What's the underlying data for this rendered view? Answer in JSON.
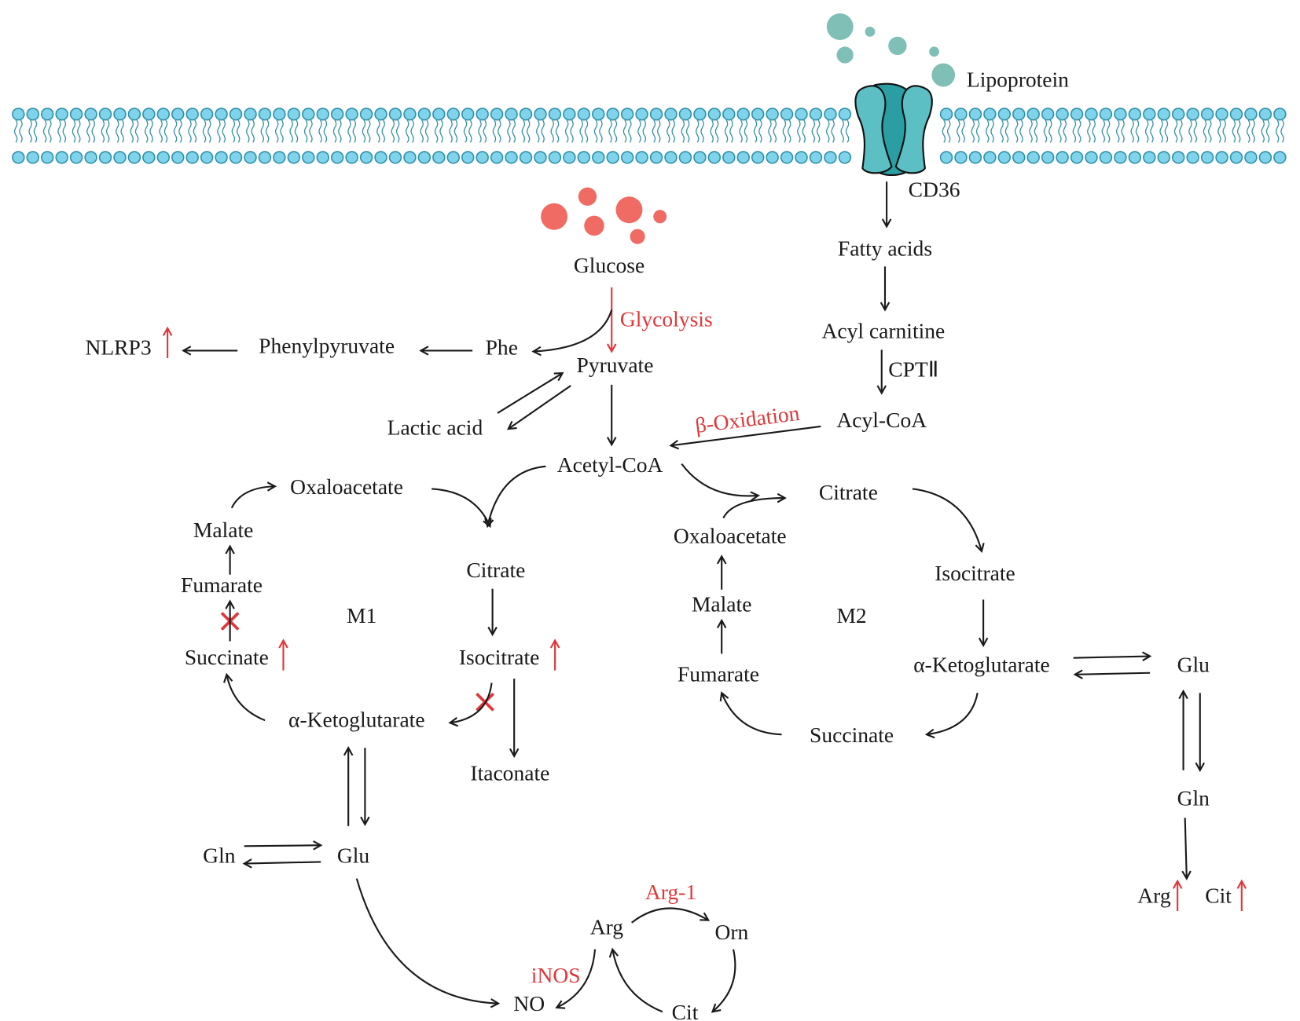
{
  "colors": {
    "membrane_head": "#7fd3ea",
    "membrane_outline": "#2f8fa8",
    "cd36_light": "#5bbfc4",
    "cd36_dark": "#2a9ea3",
    "lipoprotein": "#7fbfb5",
    "glucose": "#ef6b63",
    "highlight_red": "#e0373a"
  },
  "top": {
    "lipoprotein": "Lipoprotein",
    "cd36": "CD36",
    "glucose": "Glucose"
  },
  "fatty_path": {
    "fatty_acids": "Fatty acids",
    "acyl_carnitine": "Acyl carnitine",
    "cpt2": "CPTⅡ",
    "acyl_coa": "Acyl-CoA",
    "beta_oxidation": "β-Oxidation"
  },
  "glycolysis": {
    "label": "Glycolysis",
    "pyruvate": "Pyruvate",
    "phe": "Phe",
    "phenylpyruvate": "Phenylpyruvate",
    "nlrp3": "NLRP3",
    "lactic_acid": "Lactic acid",
    "acetyl_coa": "Acetyl-CoA"
  },
  "m1": {
    "label": "M1",
    "oxaloacetate": "Oxaloacetate",
    "malate": "Malate",
    "fumarate": "Fumarate",
    "succinate": "Succinate",
    "citrate": "Citrate",
    "isocitrate": "Isocitrate",
    "akg": "α-Ketoglutarate",
    "itaconate": "Itaconate",
    "gln": "Gln",
    "glu": "Glu"
  },
  "urea": {
    "arg": "Arg",
    "orn": "Orn",
    "cit": "Cit",
    "no": "NO",
    "inos": "iNOS",
    "arg1": "Arg-1"
  },
  "m2": {
    "label": "M2",
    "citrate": "Citrate",
    "oxaloacetate": "Oxaloacetate",
    "malate": "Malate",
    "fumarate": "Fumarate",
    "isocitrate": "Isocitrate",
    "akg": "α-Ketoglutarate",
    "succinate": "Succinate",
    "glu": "Glu",
    "gln": "Gln",
    "arg": "Arg",
    "cit": "Cit"
  }
}
